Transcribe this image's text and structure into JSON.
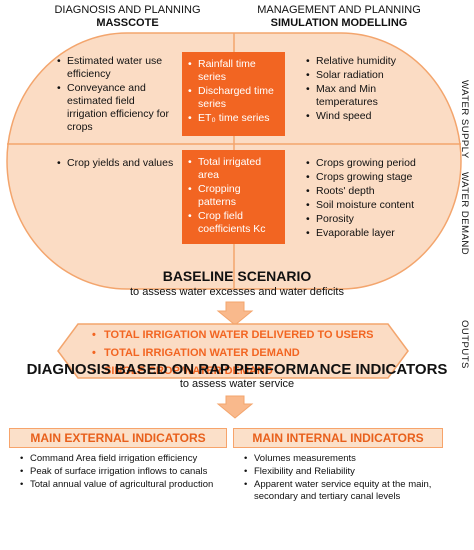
{
  "header": {
    "left_line1": "DIAGNOSIS AND PLANNING",
    "left_line2": "MASSCOTE",
    "right_line1": "MANAGEMENT AND PLANNING",
    "right_line2": "SIMULATION MODELLING"
  },
  "side_labels": {
    "supply": "WATER SUPPLY",
    "demand": "WATER DEMAND",
    "outputs": "OUTPUTS"
  },
  "supply": {
    "left": [
      "Estimated water use efficiency",
      "Conveyance and estimated field irrigation efficiency for crops"
    ],
    "center": [
      "Rainfall time series",
      "Discharged time series",
      "ET₀ time series"
    ],
    "right": [
      "Relative humidity",
      "Solar radiation",
      "Max and Min temperatures",
      "Wind speed"
    ]
  },
  "demand": {
    "left": [
      "Crop yields and values"
    ],
    "center": [
      "Total irrigated area",
      "Cropping patterns",
      "Crop field coefficients Kc"
    ],
    "right": [
      "Crops growing period",
      "Crops growing stage",
      "Roots' depth",
      "Soil moisture content",
      "Porosity",
      "Evaporable layer"
    ]
  },
  "baseline": {
    "title": "BASELINE SCENARIO",
    "subtitle": "to assess water excesses and water deficits"
  },
  "outputs": [
    "TOTAL IRRIGATION WATER DELIVERED TO USERS",
    "TOTAL IRRIGATION WATER DEMAND",
    "SINGLE CROP WATER DEMAND"
  ],
  "diagnosis": {
    "title": "DIAGNOSIS BASED ON RAP PERFORMANCE INDICATORS",
    "subtitle": "to assess water service"
  },
  "external": {
    "title": "MAIN EXTERNAL INDICATORS",
    "items": [
      "Command Area field irrigation efficiency",
      "Peak of surface irrigation inflows to canals",
      "Total annual value of agricultural production"
    ]
  },
  "internal": {
    "title": "MAIN INTERNAL INDICATORS",
    "items": [
      "Volumes measurements",
      "Flexibility and Reliability",
      "Apparent water service equity at the main, secondary and tertiary canal levels"
    ]
  },
  "colors": {
    "accent": "#f26522",
    "pill_fill": "#fbdcc4",
    "pill_border": "#f3a56d",
    "arrow_fill": "#f9b98c"
  }
}
